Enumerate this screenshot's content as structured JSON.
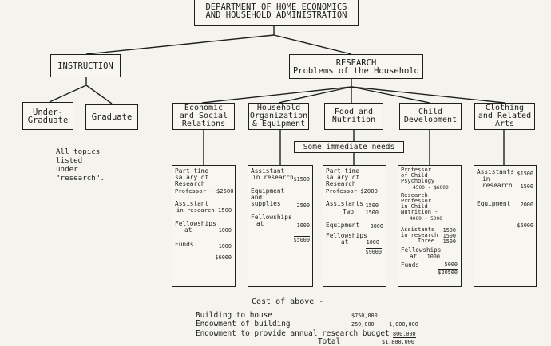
{
  "top": "DEPARTMENT OF HOME ECONOMICS\nAND HOUSEHOLD ADMINISTRATION",
  "instruction": "INSTRUCTION",
  "research": "RESEARCH\nProblems of the Household",
  "undergraduate": "Under-\nGraduate",
  "graduate": "Graduate",
  "areas": [
    "Economic\nand Social\nRelations",
    "Household\nOrganization\n& Equipment",
    "Food and\nNutrition",
    "Child\nDevelopment",
    "Clothing\nand Related\nArts"
  ],
  "immediate_needs": "Some immediate needs",
  "topics_note": "All topics\nlisted\nunder\n\"research\".",
  "details": {
    "economic": [
      {
        "l": "Part-time",
        "a": ""
      },
      {
        "l": "salary of",
        "a": ""
      },
      {
        "l": "Research",
        "a": ""
      },
      {
        "l": "Professor - $2500",
        "a": ""
      },
      {
        "l": "Assistant",
        "a": ""
      },
      {
        "l": "in research 1500",
        "a": ""
      },
      {
        "l": "Fellowships",
        "a": ""
      },
      {
        "l": "at",
        "a": "1000"
      },
      {
        "l": "Funds",
        "a": "1000"
      },
      {
        "l": "",
        "a": "$6000"
      }
    ],
    "household": [
      {
        "l": "Assistant",
        "a": ""
      },
      {
        "l": "in research",
        "a": "$1500"
      },
      {
        "l": "Equipment",
        "a": ""
      },
      {
        "l": "and",
        "a": ""
      },
      {
        "l": "supplies",
        "a": "2500"
      },
      {
        "l": "Fellowships",
        "a": ""
      },
      {
        "l": "at",
        "a": "1000"
      },
      {
        "l": "",
        "a": "$5000"
      }
    ],
    "food": [
      {
        "l": "Part-time",
        "a": ""
      },
      {
        "l": "salary of",
        "a": ""
      },
      {
        "l": "Research",
        "a": ""
      },
      {
        "l": "Professor-$2000",
        "a": ""
      },
      {
        "l": "Assistants",
        "a": "1500"
      },
      {
        "l": "Two",
        "a": "1500"
      },
      {
        "l": "Equipment",
        "a": "3000"
      },
      {
        "l": "Fellowships",
        "a": ""
      },
      {
        "l": "at",
        "a": "1000"
      },
      {
        "l": "",
        "a": "$9000"
      }
    ],
    "child": [
      {
        "l": "Professor",
        "a": ""
      },
      {
        "l": "of Child",
        "a": ""
      },
      {
        "l": "Psychology",
        "a": ""
      },
      {
        "l": "4500 - $6000",
        "a": ""
      },
      {
        "l": "Research",
        "a": ""
      },
      {
        "l": "Professor",
        "a": ""
      },
      {
        "l": "in Child",
        "a": ""
      },
      {
        "l": "Nutrition -",
        "a": ""
      },
      {
        "l": "4000 - 5000",
        "a": ""
      },
      {
        "l": "Assistants",
        "a": "1500"
      },
      {
        "l": "in research",
        "a": "1500"
      },
      {
        "l": "Three",
        "a": "1500"
      },
      {
        "l": "Fellowships",
        "a": ""
      },
      {
        "l": "at",
        "a": "1000"
      },
      {
        "l": "Funds",
        "a": "5000"
      },
      {
        "l": "",
        "a": "$20500"
      }
    ],
    "clothing": [
      {
        "l": "Assistants",
        "a": "$1500"
      },
      {
        "l": "in",
        "a": ""
      },
      {
        "l": "research",
        "a": "1500"
      },
      {
        "l": "Equipment",
        "a": "2000"
      },
      {
        "l": "",
        "a": "$5000"
      }
    ]
  },
  "cost": {
    "heading": "Cost of above -",
    "rows": [
      {
        "label": "Building to house",
        "a1": "$750,000",
        "a2": ""
      },
      {
        "label": "Endowment of building",
        "a1": "250,000",
        "a2": "1,000,000"
      },
      {
        "label": "Endowment to provide annual research budget",
        "a1": "",
        "a2": "800,000"
      },
      {
        "label": "Total",
        "a1": "",
        "a2": "$1,800,000"
      }
    ]
  }
}
